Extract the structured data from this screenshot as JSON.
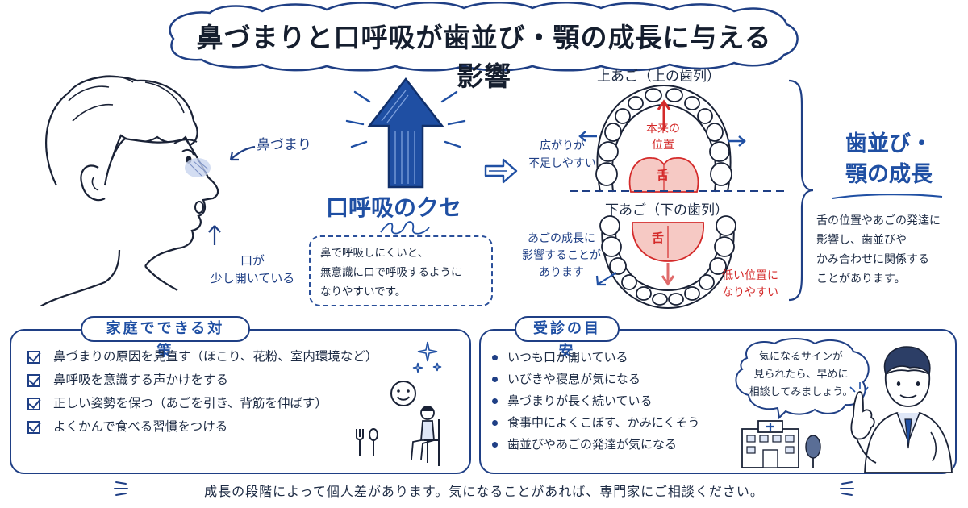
{
  "title": "鼻づまりと口呼吸が歯並び・顎の成長に与える影響",
  "labels": {
    "nose_block": "鼻づまり",
    "mouth_open_l1": "口が",
    "mouth_open_l2": "少し開いている",
    "upper_jaw": "上あご（上の歯列）",
    "lower_jaw": "下あご（下の歯列）",
    "original_pos_l1": "本来の",
    "original_pos_l2": "位置",
    "tongue_upper": "舌",
    "tongue_lower": "舌",
    "wide_l1": "広がりが",
    "wide_l2": "不足しやすい",
    "jaw_growth_l1": "あごの成長に",
    "jaw_growth_l2": "影響することが",
    "jaw_growth_l3": "あります",
    "low_pos_l1": "低い位置に",
    "low_pos_l2": "なりやすい"
  },
  "habit": {
    "title": "口呼吸のクセ",
    "desc_l1": "鼻で呼吸しにくいと、",
    "desc_l2": "無意識に口で呼吸するように",
    "desc_l3": "なりやすいです。"
  },
  "growth": {
    "title_l1": "歯並び・",
    "title_l2": "顎の成長",
    "desc_l1": "舌の位置やあごの発達に",
    "desc_l2": "影響し、歯並びや",
    "desc_l3": "かみ合わせに関係する",
    "desc_l4": "ことがあります。"
  },
  "home": {
    "title": "家庭でできる対策",
    "items": [
      "鼻づまりの原因を見直す（ほこり、花粉、室内環境など）",
      "鼻呼吸を意識する声かけをする",
      "正しい姿勢を保つ（あごを引き、背筋を伸ばす）",
      "よくかんで食べる習慣をつける"
    ]
  },
  "visit": {
    "title": "受診の目安",
    "items": [
      "いつも口が開いている",
      "いびきや寝息が気になる",
      "鼻づまりが長く続いている",
      "食事中によくこぼす、かみにくそう",
      "歯並びやあごの発達が気になる"
    ],
    "speech_l1": "気になるサインが",
    "speech_l2": "見られたら、早めに",
    "speech_l3": "相談してみましょう。"
  },
  "footer": "成長の段階によって個人差があります。気になることがあれば、専門家にご相談ください。",
  "colors": {
    "accent_blue": "#1f4fa3",
    "ink": "#1d2b44",
    "alert_red": "#d42a2a",
    "tongue_pink": "#f6c9c4"
  },
  "icons": [
    "up-arrow-icon",
    "right-arrow-icon",
    "check-icon",
    "sparkle-icon",
    "smile-icon",
    "fork-spoon-icon",
    "hospital-icon",
    "tree-icon"
  ]
}
